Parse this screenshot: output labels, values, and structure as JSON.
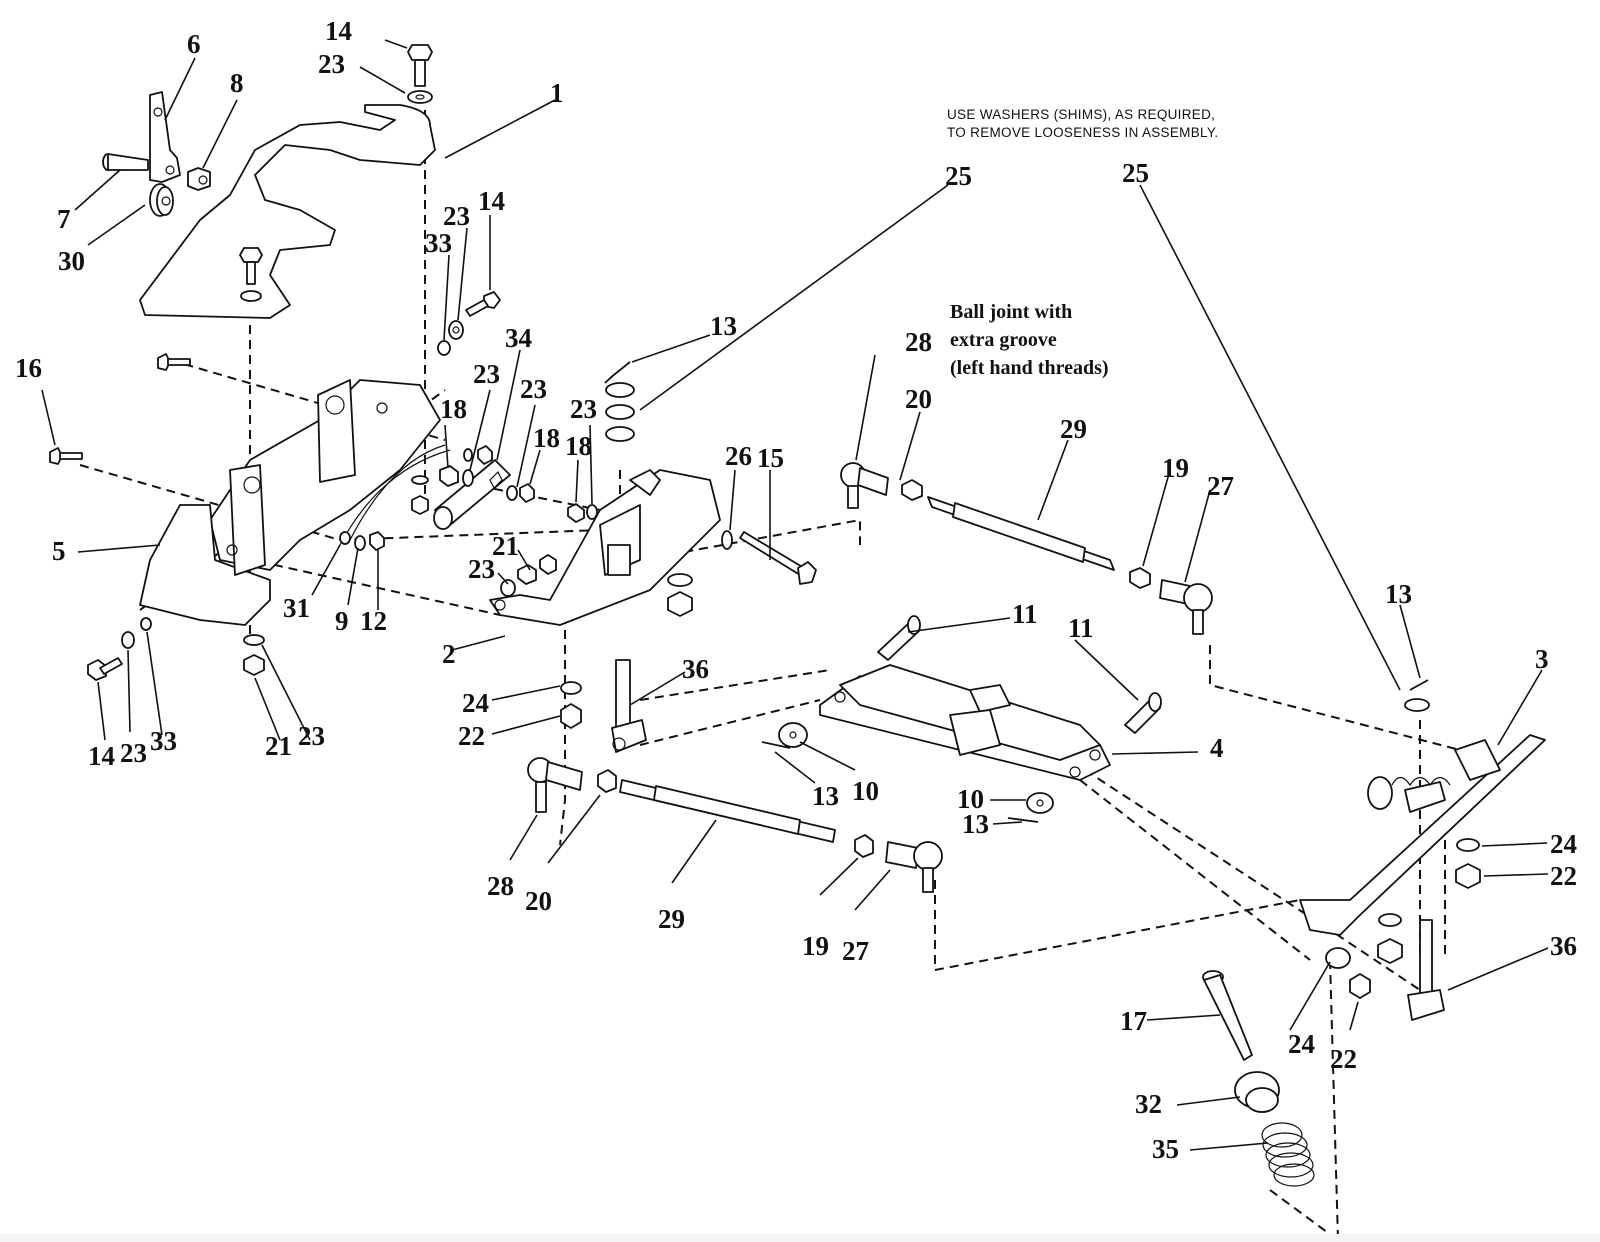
{
  "diagram": {
    "title": "Exploded parts diagram - steering / linkage assembly",
    "notes": {
      "shims_line1": "USE WASHERS (SHIMS), AS REQUIRED,",
      "shims_line2": "TO REMOVE LOOSENESS IN ASSEMBLY.",
      "ball_joint_line1": "Ball joint with",
      "ball_joint_line2": "extra groove",
      "ball_joint_line3": "(left hand threads)"
    },
    "callouts": [
      {
        "label": "14",
        "target": "bolt-top"
      },
      {
        "label": "23",
        "target": "washer-top"
      },
      {
        "label": "1",
        "target": "plate-1"
      },
      {
        "label": "6",
        "target": "bracket-6"
      },
      {
        "label": "8",
        "target": "nut-8"
      },
      {
        "label": "7",
        "target": "pin-7"
      },
      {
        "label": "30",
        "target": "pulley-30"
      },
      {
        "label": "14",
        "target": "bolt-14-mid"
      },
      {
        "label": "23",
        "target": "washer-23-mid"
      },
      {
        "label": "33",
        "target": "spacer-33-mid"
      },
      {
        "label": "34",
        "target": "shaft-34"
      },
      {
        "label": "23",
        "target": "washer-23-a"
      },
      {
        "label": "18",
        "target": "nut-18-a"
      },
      {
        "label": "23",
        "target": "washer-23-b"
      },
      {
        "label": "18",
        "target": "nut-18-b"
      },
      {
        "label": "18",
        "target": "nut-18-c"
      },
      {
        "label": "23",
        "target": "washer-23-c"
      },
      {
        "label": "13",
        "target": "cotter-13-top"
      },
      {
        "label": "25",
        "target": "shims-25-left"
      },
      {
        "label": "25",
        "target": "shims-25-right"
      },
      {
        "label": "16",
        "target": "bolt-16"
      },
      {
        "label": "5",
        "target": "frame-5"
      },
      {
        "label": "31",
        "target": "cable-end-31"
      },
      {
        "label": "9",
        "target": "washer-9"
      },
      {
        "label": "12",
        "target": "nut-12"
      },
      {
        "label": "14",
        "target": "bolt-14-low"
      },
      {
        "label": "23",
        "target": "washer-23-low"
      },
      {
        "label": "33",
        "target": "spacer-33-low"
      },
      {
        "label": "21",
        "target": "nut-21-low"
      },
      {
        "label": "23",
        "target": "washer-23-low2"
      },
      {
        "label": "21",
        "target": "nut-21-bracket"
      },
      {
        "label": "23",
        "target": "washer-23-bracket"
      },
      {
        "label": "2",
        "target": "bracket-2"
      },
      {
        "label": "26",
        "target": "washer-26"
      },
      {
        "label": "15",
        "target": "bolt-15"
      },
      {
        "label": "28",
        "target": "balljoint-28-top"
      },
      {
        "label": "20",
        "target": "nut-20-top"
      },
      {
        "label": "29",
        "target": "rod-29-top"
      },
      {
        "label": "19",
        "target": "nut-19-top"
      },
      {
        "label": "27",
        "target": "balljoint-27-top"
      },
      {
        "label": "24",
        "target": "washer-24-left"
      },
      {
        "label": "22",
        "target": "nut-22-left"
      },
      {
        "label": "36",
        "target": "pin-36-left"
      },
      {
        "label": "11",
        "target": "pin-11-left"
      },
      {
        "label": "11",
        "target": "pin-11-right"
      },
      {
        "label": "4",
        "target": "link-4"
      },
      {
        "label": "13",
        "target": "cotter-13-link-left"
      },
      {
        "label": "10",
        "target": "washer-10-left"
      },
      {
        "label": "10",
        "target": "washer-10-right"
      },
      {
        "label": "13",
        "target": "cotter-13-link-right"
      },
      {
        "label": "28",
        "target": "balljoint-28-low"
      },
      {
        "label": "20",
        "target": "nut-20-low"
      },
      {
        "label": "29",
        "target": "rod-29-low"
      },
      {
        "label": "19",
        "target": "nut-19-low"
      },
      {
        "label": "27",
        "target": "balljoint-27-low"
      },
      {
        "label": "13",
        "target": "cotter-13-right"
      },
      {
        "label": "3",
        "target": "arm-3"
      },
      {
        "label": "24",
        "target": "washer-24-right"
      },
      {
        "label": "22",
        "target": "nut-22-right"
      },
      {
        "label": "36",
        "target": "pin-36-right"
      },
      {
        "label": "17",
        "target": "bolt-17"
      },
      {
        "label": "24",
        "target": "washer-24-bottom"
      },
      {
        "label": "22",
        "target": "nut-22-bottom"
      },
      {
        "label": "32",
        "target": "bushing-32"
      },
      {
        "label": "35",
        "target": "spring-35"
      }
    ]
  }
}
